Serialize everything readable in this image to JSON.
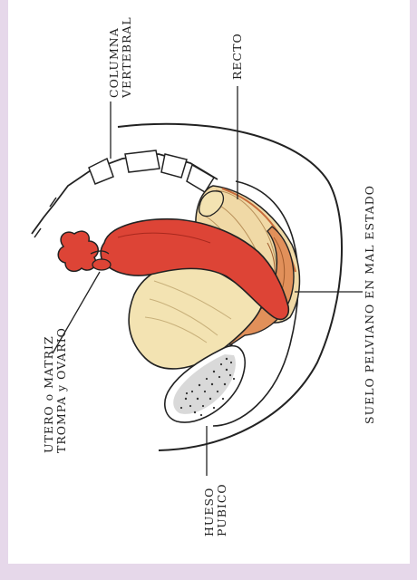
{
  "colors": {
    "background": "#e6d8ea",
    "panel": "#ffffff",
    "uterus": "#dd4436",
    "muscle": "#e1905a",
    "bladder": "#f3e3b2",
    "ink": "#222222"
  },
  "labels": {
    "columna_line1": "COLUMNA",
    "columna_line2": "VERTEBRAL",
    "recto": "RECTO",
    "suelo": "SUELO PELVIANO EN MAL ESTADO",
    "utero_line1": "UTERO o MATRIZ",
    "utero_line2": "TROMPA y OVARIO",
    "hueso_line1": "HUESO",
    "hueso_line2": "PUBICO"
  }
}
